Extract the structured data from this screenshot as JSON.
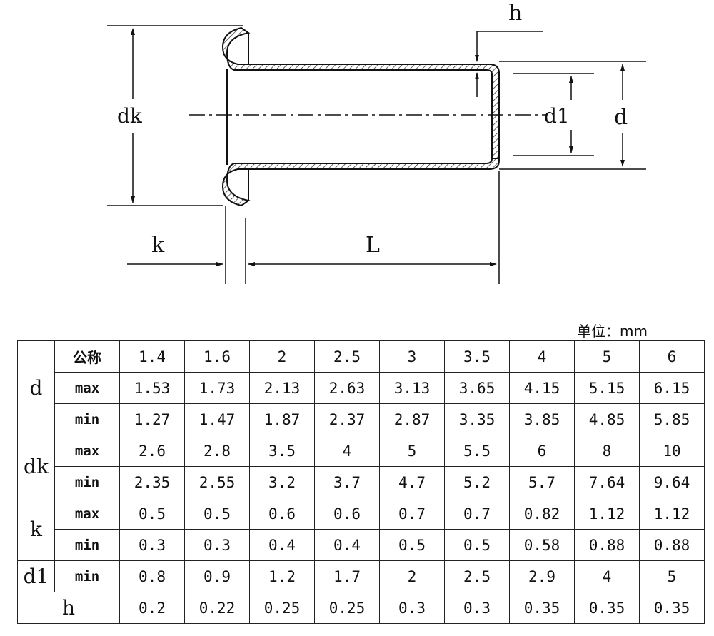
{
  "drawing": {
    "labels": {
      "h": "h",
      "dk": "dk",
      "d1": "d1",
      "d": "d",
      "k": "k",
      "L": "L"
    }
  },
  "unit_label": "单位：mm",
  "table": {
    "nominal_label": "公称",
    "nominal": [
      "1.4",
      "1.6",
      "2",
      "2.5",
      "3",
      "3.5",
      "4",
      "5",
      "6"
    ],
    "groups": [
      {
        "symbol": "d",
        "rows": [
          {
            "label": "max",
            "values": [
              "1.53",
              "1.73",
              "2.13",
              "2.63",
              "3.13",
              "3.65",
              "4.15",
              "5.15",
              "6.15"
            ]
          },
          {
            "label": "min",
            "values": [
              "1.27",
              "1.47",
              "1.87",
              "2.37",
              "2.87",
              "3.35",
              "3.85",
              "4.85",
              "5.85"
            ]
          }
        ]
      },
      {
        "symbol": "dk",
        "rows": [
          {
            "label": "max",
            "values": [
              "2.6",
              "2.8",
              "3.5",
              "4",
              "5",
              "5.5",
              "6",
              "8",
              "10"
            ]
          },
          {
            "label": "min",
            "values": [
              "2.35",
              "2.55",
              "3.2",
              "3.7",
              "4.7",
              "5.2",
              "5.7",
              "7.64",
              "9.64"
            ]
          }
        ]
      },
      {
        "symbol": "k",
        "rows": [
          {
            "label": "max",
            "values": [
              "0.5",
              "0.5",
              "0.6",
              "0.6",
              "0.7",
              "0.7",
              "0.82",
              "1.12",
              "1.12"
            ]
          },
          {
            "label": "min",
            "values": [
              "0.3",
              "0.3",
              "0.4",
              "0.4",
              "0.5",
              "0.5",
              "0.58",
              "0.88",
              "0.88"
            ]
          }
        ]
      },
      {
        "symbol": "d1",
        "rows": [
          {
            "label": "min",
            "values": [
              "0.8",
              "0.9",
              "1.2",
              "1.7",
              "2",
              "2.5",
              "2.9",
              "4",
              "5"
            ]
          }
        ]
      },
      {
        "symbol": "h",
        "rows": [
          {
            "label": "",
            "values": [
              "0.2",
              "0.22",
              "0.25",
              "0.25",
              "0.3",
              "0.3",
              "0.35",
              "0.35",
              "0.35"
            ]
          }
        ]
      }
    ]
  }
}
